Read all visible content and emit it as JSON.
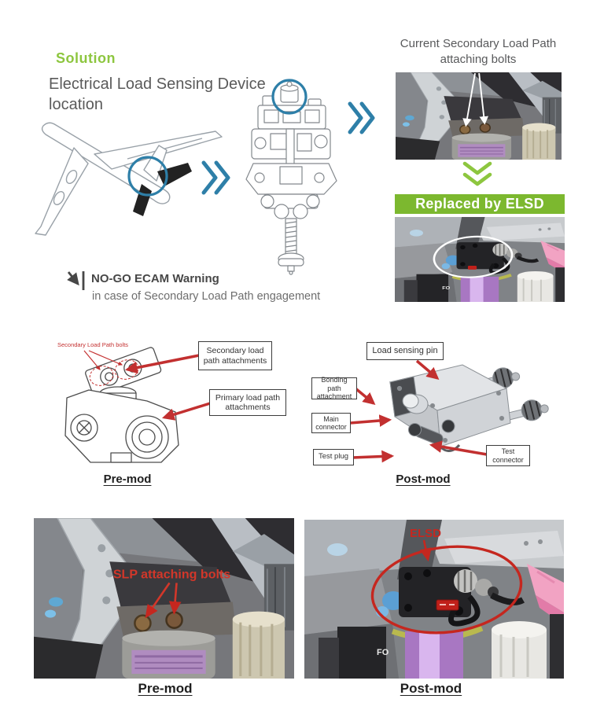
{
  "colors": {
    "accent_green": "#8dc63f",
    "banner_green": "#7cb82f",
    "accent_blue": "#2e7fa8",
    "annotation_red": "#c23030",
    "body_text_gray": "#5a5a5a"
  },
  "solution": {
    "heading": "Solution",
    "subtitle_line1": "Electrical Load Sensing Device",
    "subtitle_line2": "location"
  },
  "top_right": {
    "caption_line1": "Current Secondary Load Path",
    "caption_line2": "attaching bolts",
    "banner_label": "Replaced by ELSD"
  },
  "warning": {
    "title": "NO-GO ECAM Warning",
    "subtitle": "in case of Secondary Load Path engagement"
  },
  "premod_diagram": {
    "red_note": "Secondary Load Path bolts",
    "callout_secondary": "Secondary load path attachments",
    "callout_primary": "Primary load path attachments",
    "label": "Pre-mod"
  },
  "postmod_diagram": {
    "callout_load_sensing_pin": "Load sensing pin",
    "callout_bonding": "Bonding path attachment",
    "callout_main_connector": "Main connector",
    "callout_test_plug": "Test plug",
    "callout_test_connector": "Test connector",
    "label": "Post-mod"
  },
  "bottom_photos": {
    "slp_note": "SLP attaching bolts",
    "elsd_note": "ELSD",
    "equipment_fragment": "FO",
    "premod_label": "Pre-mod",
    "postmod_label": "Post-mod"
  }
}
